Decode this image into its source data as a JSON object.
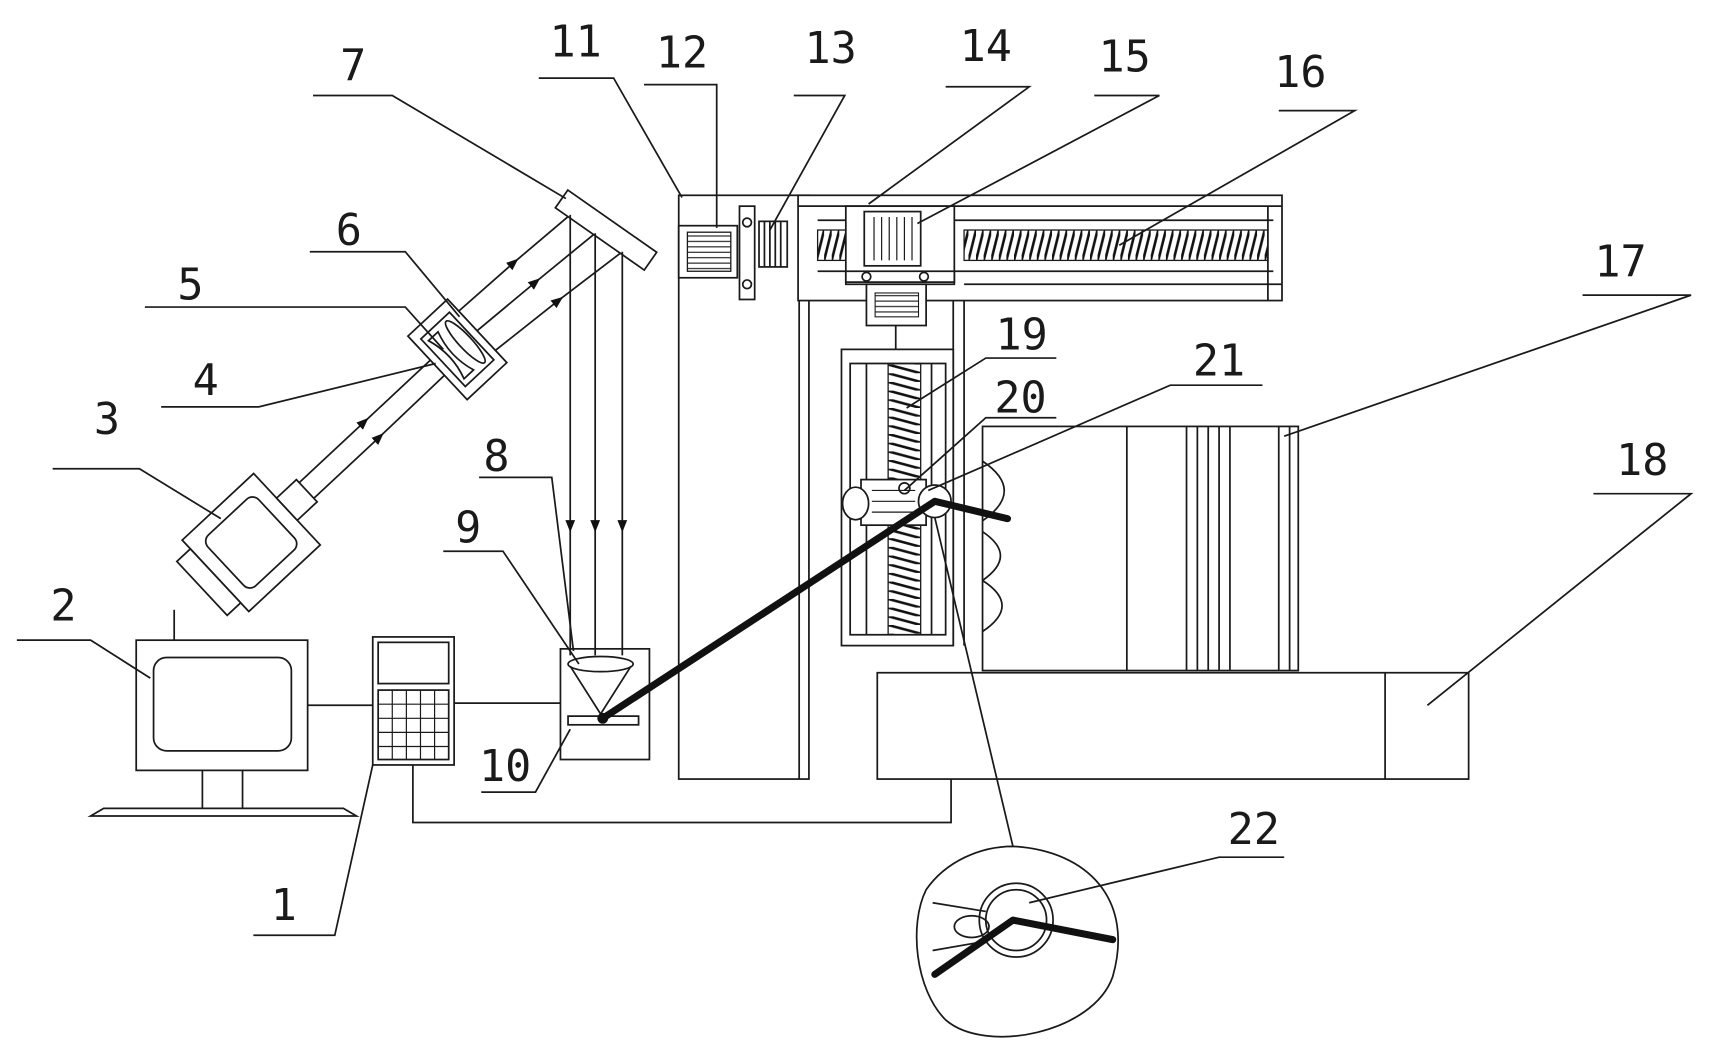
{
  "callouts": [
    "1",
    "2",
    "3",
    "4",
    "5",
    "6",
    "7",
    "8",
    "9",
    "10",
    "11",
    "12",
    "13",
    "14",
    "15",
    "16",
    "17",
    "18",
    "19",
    "20",
    "21",
    "22"
  ],
  "colors": {
    "line": "#1a1a1a",
    "background": "#ffffff"
  }
}
